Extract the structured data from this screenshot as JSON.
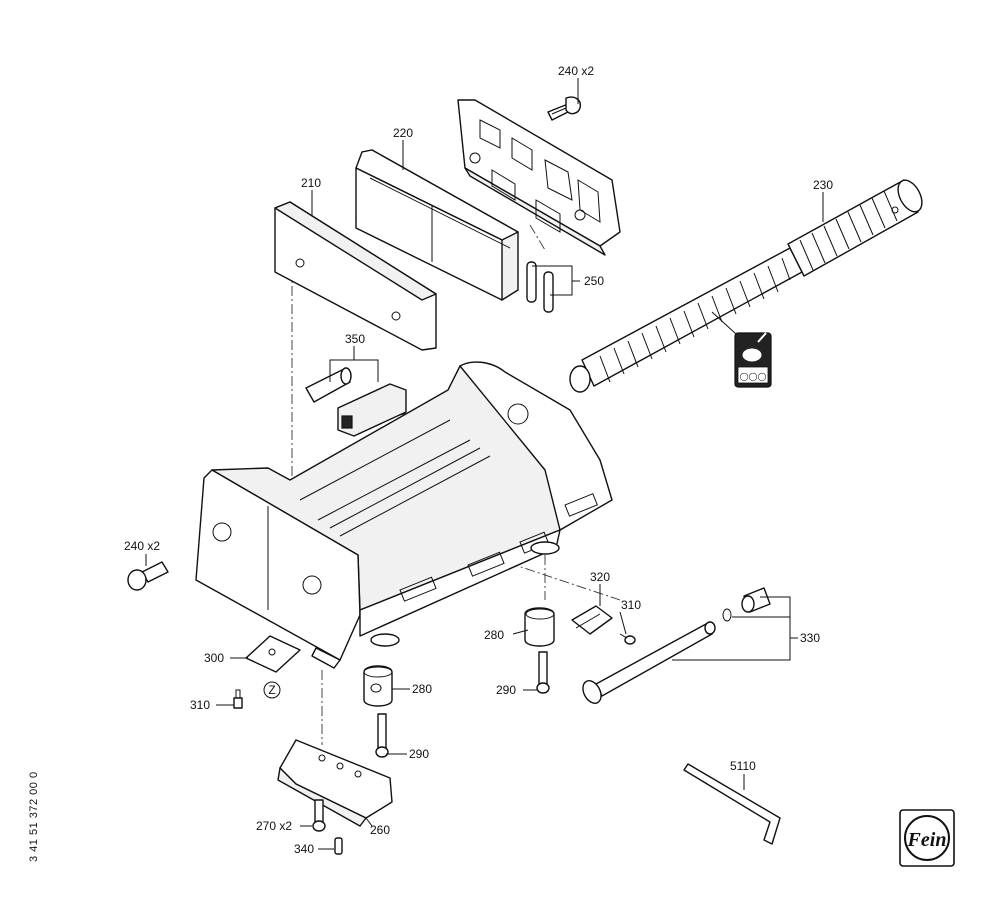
{
  "document_number": "3 41 51 372 00 0",
  "brand_logo_text": "Fein",
  "callouts": {
    "c240_top": "240  x2",
    "c220": "220",
    "c210": "210",
    "c230": "230",
    "c250": "250",
    "c350": "350",
    "c240_left": "240  x2",
    "c320": "320",
    "c310_right": "310",
    "c280_right": "280",
    "c290_right": "290",
    "c330": "330",
    "c300": "300",
    "c310_left": "310",
    "c280_center": "280",
    "c290_center": "290",
    "c270": "270  x2",
    "c260": "260",
    "c340": "340",
    "c5110": "5110",
    "zone_z": "Z"
  },
  "lubrication_icon": "grease-lubrication-icon"
}
